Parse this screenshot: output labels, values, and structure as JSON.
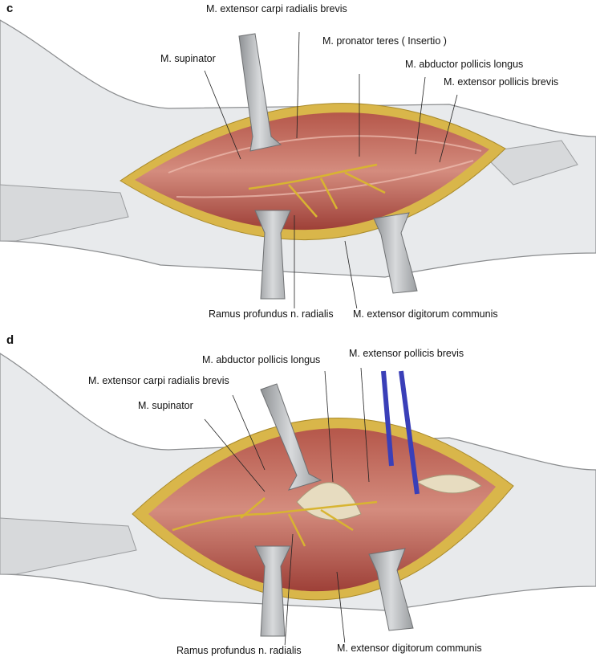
{
  "panels": [
    {
      "letter": "c",
      "labels": {
        "ecrb": "M. extensor carpi radialis brevis",
        "pronator": "M. pronator teres ( Insertio )",
        "supinator": "M. supinator",
        "apl": "M. abductor pollicis longus",
        "epb": "M. extensor pollicis brevis",
        "ramus": "Ramus profundus n. radialis",
        "edc": "M. extensor digitorum communis"
      }
    },
    {
      "letter": "d",
      "labels": {
        "apl": "M. abductor pollicis longus",
        "epb": "M. extensor pollicis brevis",
        "ecrb": "M. extensor carpi radialis brevis",
        "supinator": "M. supinator",
        "ramus": "Ramus profundus n. radialis",
        "edc": "M. extensor digitorum communis"
      }
    }
  ],
  "colors": {
    "skin": "#e4e6e8",
    "outline": "#8a8c8e",
    "wound_edge": "#d9b64a",
    "muscle": "#a8463a",
    "muscle_light": "#d98e7e",
    "nerve": "#d8b431",
    "retractor": "#b5b8ba",
    "vessel_loop": "#3a3fb8"
  }
}
